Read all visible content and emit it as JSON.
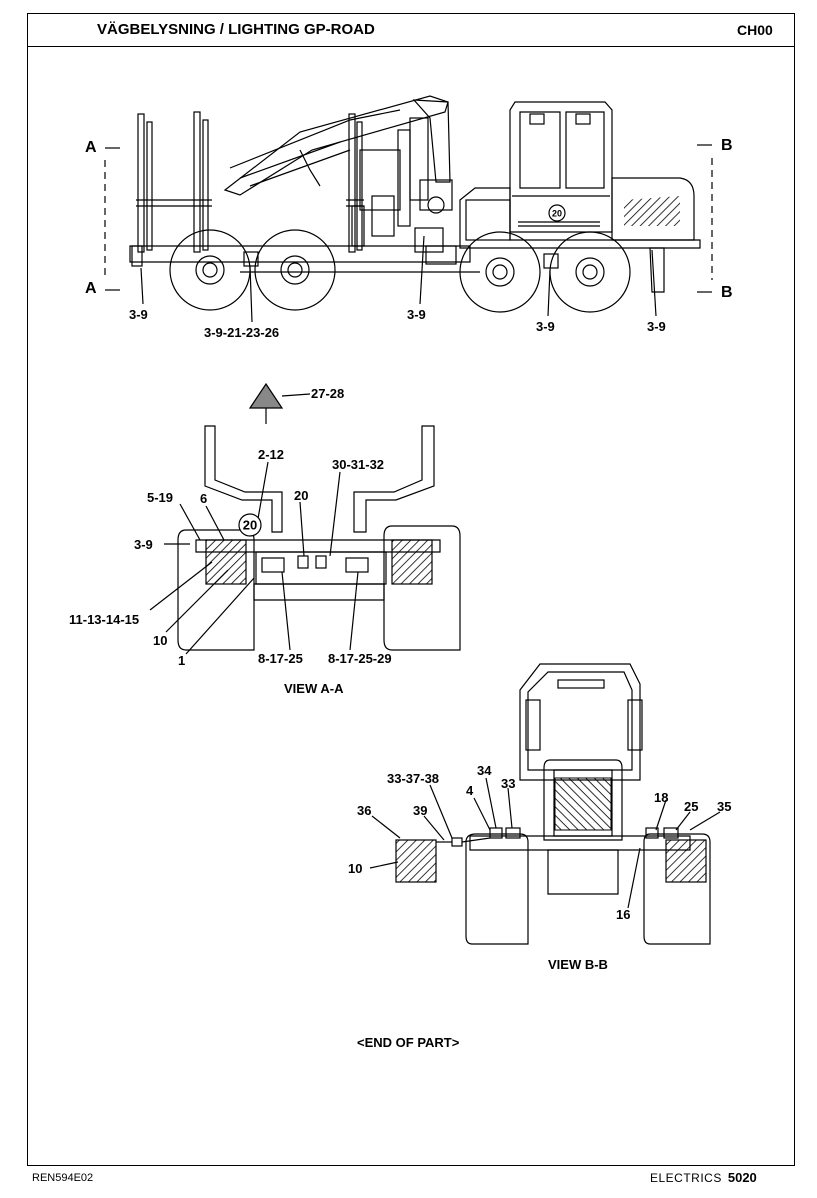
{
  "header": {
    "title": "VÄGBELYSNING / LIGHTING GP-ROAD",
    "chapter": "CH00"
  },
  "footer": {
    "doc_code": "REN594E02",
    "section": "ELECTRICS",
    "page": "5020"
  },
  "side_view": {
    "section_a_top": "A",
    "section_a_bottom": "A",
    "section_b_top": "B",
    "section_b_bottom": "B",
    "badge": "20",
    "labels": [
      "3-9",
      "3-9-21-23-26",
      "3-9",
      "3-9",
      "3-9"
    ]
  },
  "view_a": {
    "caption": "VIEW A-A",
    "badge": "20",
    "labels": [
      "27-28",
      "2-12",
      "30-31-32",
      "5-19",
      "6",
      "20",
      "3-9",
      "11-13-14-15",
      "10",
      "1",
      "8-17-25",
      "8-17-25-29"
    ]
  },
  "view_b": {
    "caption": "VIEW B-B",
    "labels": [
      "33-37-38",
      "34",
      "33",
      "4",
      "36",
      "39",
      "18",
      "25",
      "35",
      "10",
      "16"
    ]
  },
  "end_text": "<END OF PART>"
}
